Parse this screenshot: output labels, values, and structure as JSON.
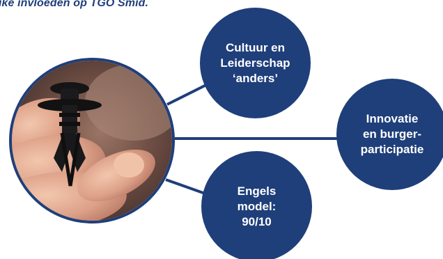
{
  "header": {
    "text": "ike invloeden op TGO Smid."
  },
  "photo": {
    "description_icon": "hand-holding-plastic-clip-photo"
  },
  "bubbles": {
    "culture": "Cultuur en\nLeiderschap\n‘anders’",
    "innovation": "Innovatie\nen burger-\nparticipatie",
    "model": "Engels\nmodel:\n90/10"
  },
  "colors": {
    "navy": "#1f3f7a",
    "background": "#ffffff"
  }
}
